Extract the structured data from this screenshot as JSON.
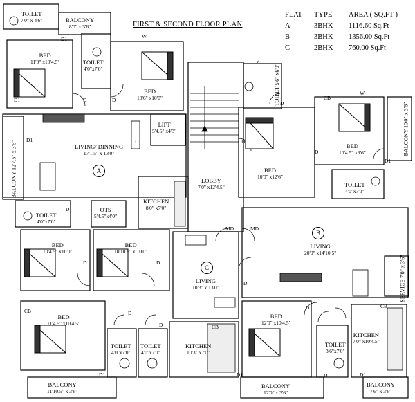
{
  "title": "FIRST & SECOND FLOOR PLAN",
  "area_table": {
    "headers": [
      "FLAT",
      "TYPE",
      "AREA ( SQ.FT )"
    ],
    "rows": [
      {
        "flat": "A",
        "type": "3BHK",
        "area": "1116.60 Sq.Ft"
      },
      {
        "flat": "B",
        "type": "3BHK",
        "area": "1356.00 Sq.Ft"
      },
      {
        "flat": "C",
        "type": "2BHK",
        "area": "760.00 Sq.Ft"
      }
    ]
  },
  "flats": {
    "a": "A",
    "b": "B",
    "c": "C"
  },
  "rooms": {
    "toilet_tl": {
      "name": "TOILET",
      "size": "7'0\" x 4'6\""
    },
    "balcony_top": {
      "name": "BALCONY",
      "size": "8'0\" x 3'6\""
    },
    "bed_a1": {
      "name": "BED",
      "size": "11'0\" x10'4.5\""
    },
    "toilet_a2": {
      "name": "TOILET",
      "size": "4'0\"x7'0\""
    },
    "bed_a2": {
      "name": "BED",
      "size": "10'6\" x10'0\""
    },
    "living_a": {
      "name": "LIVING/ DINNING",
      "size": "17'1.5\" x 13'0\""
    },
    "balcony_left": {
      "name": "BALCONY",
      "size": "12'7.5\" x 3'6\""
    },
    "lift": {
      "name": "LIFT",
      "size": "5'4.5\" x4'3\""
    },
    "kitchen_a": {
      "name": "KITCHEN",
      "size": "8'0\" x7'0\""
    },
    "lobby": {
      "name": "LOBBY",
      "size": "7'0\" x12'4.5\""
    },
    "toilet_a3": {
      "name": "TOILET",
      "size": "4'0\"x7'0\""
    },
    "ots": {
      "name": "OTS",
      "size": "5'4.5\"x4'0\""
    },
    "bed_a3": {
      "name": "BED",
      "size": "10'4.5\" x10'0\""
    },
    "bed_c1": {
      "name": "BED",
      "size": "10'10.5\" x 10'0\""
    },
    "living_c": {
      "name": "LIVING",
      "size": "10'3\" x 13'0\""
    },
    "bed_c2": {
      "name": "BED",
      "size": "11'4.5\" x10'4.5\""
    },
    "toilet_c1": {
      "name": "TOILET",
      "size": "4'0\"x7'0\""
    },
    "toilet_c2": {
      "name": "TOILET",
      "size": "4'0\"x7'0\""
    },
    "kitchen_c": {
      "name": "KITCHEN",
      "size": "10'3\" x7'0\""
    },
    "balcony_c": {
      "name": "BALCONY",
      "size": "11'10.5\" x 3'6\""
    },
    "toilet_b1": {
      "name": "TOILET",
      "size": "5'6\" x6'0\""
    },
    "bed_b1": {
      "name": "BED",
      "size": "10'0\" x12'6\""
    },
    "bed_b2": {
      "name": "BED",
      "size": "10'4.5\" x9'6\""
    },
    "balcony_b1": {
      "name": "BALCONY",
      "size": "10'0\" x 3'6\""
    },
    "toilet_b2": {
      "name": "TOILET",
      "size": "4'0\"x7'0\""
    },
    "living_b": {
      "name": "LIVING",
      "size": "20'9\" x14'10.5\""
    },
    "service_b": {
      "name": "SERVICE",
      "size": "7'0\" x 3'6\""
    },
    "bed_b3": {
      "name": "BED",
      "size": "12'0\" x10'4.5\""
    },
    "toilet_b3": {
      "name": "TOILET",
      "size": "3'6\"x7'0\""
    },
    "kitchen_b": {
      "name": "KITCHEN",
      "size": "7'0\" x10'4.5\""
    },
    "balcony_b2": {
      "name": "BALCONY",
      "size": "12'0\" x 3'6\""
    },
    "balcony_b3": {
      "name": "BALCONY",
      "size": "7'6\" x 3'6\""
    }
  },
  "marks": {
    "door": "D",
    "door1": "D1",
    "main_door": "MD",
    "cupboard": "CB",
    "window": "W",
    "ventilator": "V"
  }
}
